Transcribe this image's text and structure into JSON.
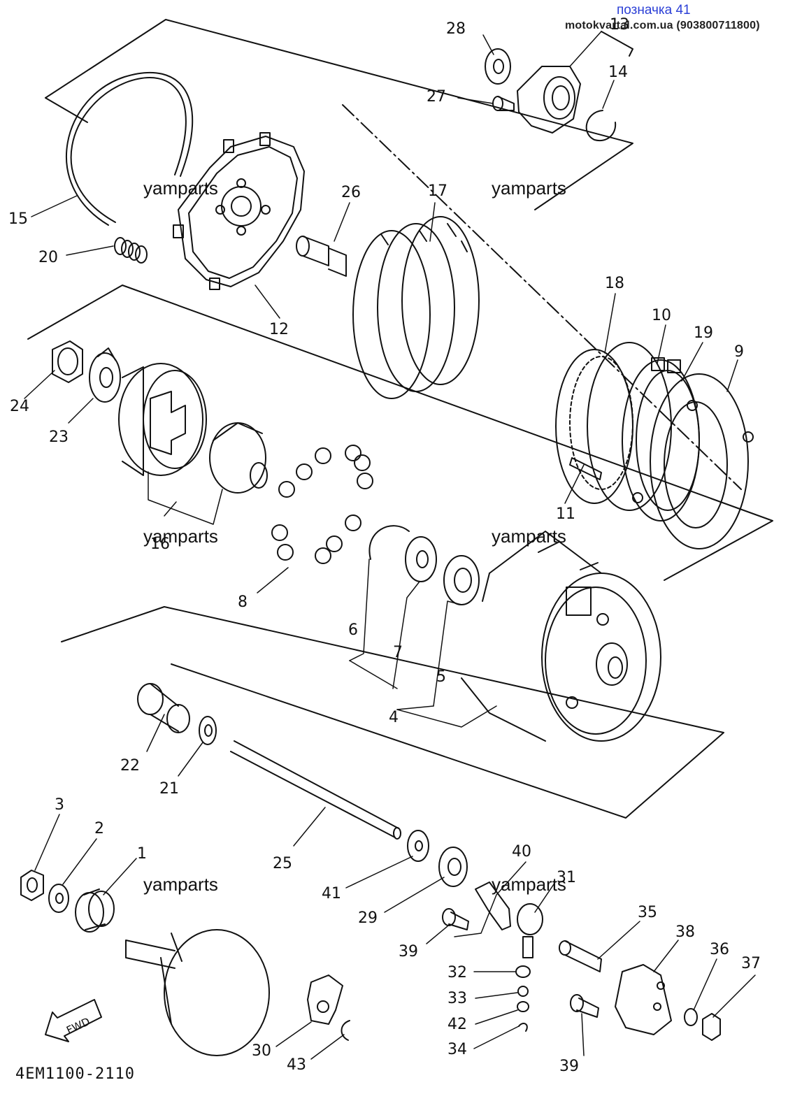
{
  "header": {
    "title": "позначка 41",
    "contact": "motokvartal.com.ua (903800711800)"
  },
  "watermarks": [
    "yamparts",
    "yamparts",
    "yamparts",
    "yamparts",
    "yamparts",
    "yamparts"
  ],
  "diagram_code": "4EM1100-2110",
  "fwd_label": "FWD",
  "callouts": {
    "n1": "1",
    "n2": "2",
    "n3": "3",
    "n4": "4",
    "n5": "5",
    "n6": "6",
    "n7": "7",
    "n8": "8",
    "n9": "9",
    "n10": "10",
    "n11": "11",
    "n12": "12",
    "n13": "13",
    "n14": "14",
    "n15": "15",
    "n16": "16",
    "n17": "17",
    "n18": "18",
    "n19": "19",
    "n20": "20",
    "n21": "21",
    "n22": "22",
    "n23": "23",
    "n24": "24",
    "n25": "25",
    "n26": "26",
    "n27": "27",
    "n28": "28",
    "n29": "29",
    "n30": "30",
    "n31": "31",
    "n32": "32",
    "n33": "33",
    "n34": "34",
    "n35": "35",
    "n36": "36",
    "n37": "37",
    "n38": "38",
    "n39a": "39",
    "n39b": "39",
    "n40": "40",
    "n41": "41",
    "n42": "42",
    "n43": "43"
  }
}
